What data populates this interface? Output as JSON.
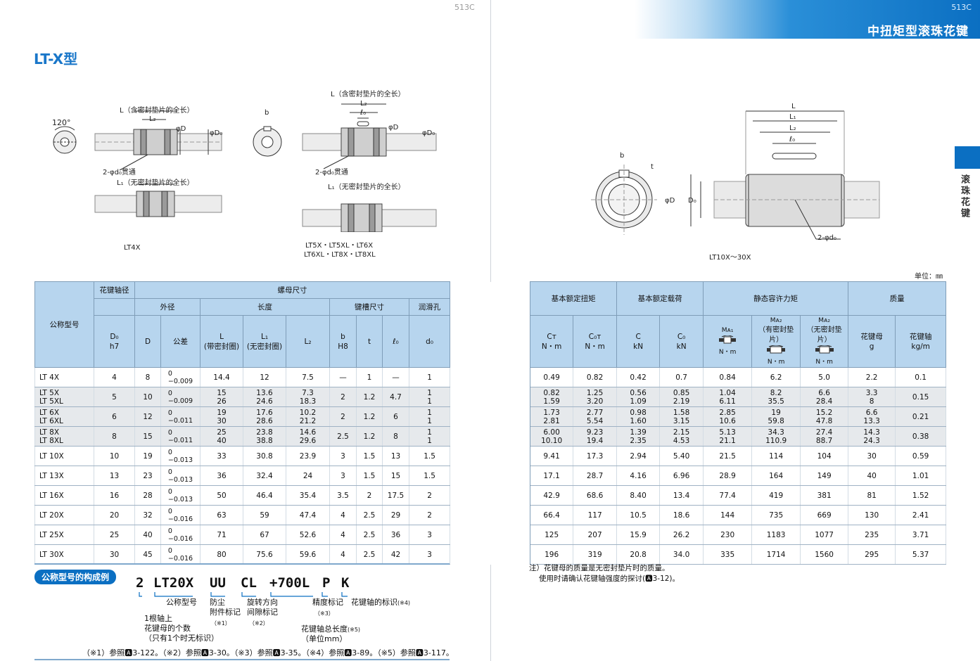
{
  "page": {
    "left_page_number": "513C",
    "right_page_number": "513C",
    "section_title": "中扭矩型滚珠花键",
    "side_tab": "滚珠花键",
    "model_title": "LT-X型",
    "unit": "单位：㎜"
  },
  "drawings": {
    "lt4x": {
      "angle": "120°",
      "dim_L_seal": "L（含密封垫片的全长）",
      "dim_L2": "L₂",
      "dim_D": "φD",
      "dim_Do": "φD₀",
      "holes": "2-φd₀贯通",
      "dim_L1": "L₁（无密封垫片的全长）",
      "caption": "LT4X"
    },
    "lt5x": {
      "dim_b": "b",
      "dim_L_seal": "L（含密封垫片的全长）",
      "dim_L2": "L₂",
      "dim_l0": "ℓ₀",
      "dim_D": "φD",
      "dim_Do": "φD₀",
      "holes": "2-φd₀贯通",
      "dim_L1": "L₁（无密封垫片的全长）",
      "caption_line1": "LT5X・LT5XL・LT6X",
      "caption_line2": "LT6XL・LT8X・LT8XL"
    },
    "lt10x": {
      "dim_L": "L",
      "dim_L1": "L₁",
      "dim_L2": "L₂",
      "dim_l0": "ℓ₀",
      "dim_b": "b",
      "dim_t": "t",
      "dim_D": "φD",
      "dim_Do": "D₀",
      "holes": "2-φd₀",
      "caption": "LT10X～30X"
    }
  },
  "table": {
    "h_model": "公称型号",
    "h_shaft": "花键轴径",
    "h_nut": "螺母尺寸",
    "h_outer": "外径",
    "h_length": "长度",
    "h_keyway": "键槽尺寸",
    "h_lube": "润滑孔",
    "h_torque": "基本额定扭矩",
    "h_load": "基本额定载荷",
    "h_moment": "静态容许力矩",
    "h_mass": "质量",
    "h_do": "D₀",
    "h_h7": "h7",
    "h_D": "D",
    "h_tol": "公差",
    "h_L": "L",
    "h_L_note": "(带密封圈)",
    "h_L1": "L₁",
    "h_L1_note": "(无密封圈)",
    "h_L2": "L₂",
    "h_b": "b",
    "h_h8": "H8",
    "h_t": "t",
    "h_l0": "ℓ₀",
    "h_d0": "d₀",
    "h_ct": "Cт",
    "h_cot": "C₀т",
    "h_nm": "N・m",
    "h_c": "C",
    "h_c0": "C₀",
    "h_kn": "kN",
    "h_ma1": "Mᴀ₁",
    "h_ma2a": "Mᴀ₂",
    "h_ma2a_note": "（有密封垫片）",
    "h_ma2b": "Mᴀ₂",
    "h_ma2b_note": "（无密封垫片）",
    "h_nut_mass": "花键母",
    "h_g": "g",
    "h_shaft_mass": "花键轴",
    "h_kgm": "kg/m",
    "rows": [
      {
        "m1": "LT 4X",
        "m2": "",
        "Do": "4",
        "D": "8",
        "tu": "0",
        "tl": "−0.009",
        "L": [
          "14.4"
        ],
        "L1": [
          "12"
        ],
        "L2": [
          "7.5"
        ],
        "b": "—",
        "t": "1",
        "l0": "—",
        "d0": [
          "1"
        ],
        "Ct": [
          "0.49"
        ],
        "C0t": [
          "0.82"
        ],
        "C": [
          "0.42"
        ],
        "C0": [
          "0.7"
        ],
        "MA1": [
          "0.84"
        ],
        "MA2a": [
          "6.2"
        ],
        "MA2b": [
          "5.0"
        ],
        "g": [
          "2.2"
        ],
        "kgm": "0.1"
      },
      {
        "m1": "LT 5X",
        "m2": "LT 5XL",
        "Do": "5",
        "D": "10",
        "tu": "0",
        "tl": "−0.009",
        "L": [
          "15",
          "26"
        ],
        "L1": [
          "13.6",
          "24.6"
        ],
        "L2": [
          "7.3",
          "18.3"
        ],
        "b": "2",
        "t": "1.2",
        "l0": "4.7",
        "d0": [
          "1",
          "1"
        ],
        "Ct": [
          "0.82",
          "1.59"
        ],
        "C0t": [
          "1.25",
          "3.20"
        ],
        "C": [
          "0.56",
          "1.09"
        ],
        "C0": [
          "0.85",
          "2.19"
        ],
        "MA1": [
          "1.04",
          "6.11"
        ],
        "MA2a": [
          "8.2",
          "35.5"
        ],
        "MA2b": [
          "6.6",
          "28.4"
        ],
        "g": [
          "3.3",
          "8"
        ],
        "kgm": "0.15"
      },
      {
        "m1": "LT 6X",
        "m2": "LT 6XL",
        "Do": "6",
        "D": "12",
        "tu": "0",
        "tl": "−0.011",
        "L": [
          "19",
          "30"
        ],
        "L1": [
          "17.6",
          "28.6"
        ],
        "L2": [
          "10.2",
          "21.2"
        ],
        "b": "2",
        "t": "1.2",
        "l0": "6",
        "d0": [
          "1",
          "1"
        ],
        "Ct": [
          "1.73",
          "2.81"
        ],
        "C0t": [
          "2.77",
          "5.54"
        ],
        "C": [
          "0.98",
          "1.60"
        ],
        "C0": [
          "1.58",
          "3.15"
        ],
        "MA1": [
          "2.85",
          "10.6"
        ],
        "MA2a": [
          "19",
          "59.8"
        ],
        "MA2b": [
          "15.2",
          "47.8"
        ],
        "g": [
          "6.6",
          "13.3"
        ],
        "kgm": "0.21"
      },
      {
        "m1": "LT 8X",
        "m2": "LT 8XL",
        "Do": "8",
        "D": "15",
        "tu": "0",
        "tl": "−0.011",
        "L": [
          "25",
          "40"
        ],
        "L1": [
          "23.8",
          "38.8"
        ],
        "L2": [
          "14.6",
          "29.6"
        ],
        "b": "2.5",
        "t": "1.2",
        "l0": "8",
        "d0": [
          "1",
          "1"
        ],
        "Ct": [
          "6.00",
          "10.10"
        ],
        "C0t": [
          "9.23",
          "19.4"
        ],
        "C": [
          "1.39",
          "2.35"
        ],
        "C0": [
          "2.15",
          "4.53"
        ],
        "MA1": [
          "5.13",
          "21.1"
        ],
        "MA2a": [
          "34.3",
          "110.9"
        ],
        "MA2b": [
          "27.4",
          "88.7"
        ],
        "g": [
          "14.3",
          "24.3"
        ],
        "kgm": "0.38"
      },
      {
        "m1": "LT 10X",
        "m2": "",
        "Do": "10",
        "D": "19",
        "tu": "0",
        "tl": "−0.013",
        "L": [
          "33"
        ],
        "L1": [
          "30.8"
        ],
        "L2": [
          "23.9"
        ],
        "b": "3",
        "t": "1.5",
        "l0": "13",
        "d0": [
          "1.5"
        ],
        "Ct": [
          "9.41"
        ],
        "C0t": [
          "17.3"
        ],
        "C": [
          "2.94"
        ],
        "C0": [
          "5.40"
        ],
        "MA1": [
          "21.5"
        ],
        "MA2a": [
          "114"
        ],
        "MA2b": [
          "104"
        ],
        "g": [
          "30"
        ],
        "kgm": "0.59"
      },
      {
        "m1": "LT 13X",
        "m2": "",
        "Do": "13",
        "D": "23",
        "tu": "0",
        "tl": "−0.013",
        "L": [
          "36"
        ],
        "L1": [
          "32.4"
        ],
        "L2": [
          "24"
        ],
        "b": "3",
        "t": "1.5",
        "l0": "15",
        "d0": [
          "1.5"
        ],
        "Ct": [
          "17.1"
        ],
        "C0t": [
          "28.7"
        ],
        "C": [
          "4.16"
        ],
        "C0": [
          "6.96"
        ],
        "MA1": [
          "28.9"
        ],
        "MA2a": [
          "164"
        ],
        "MA2b": [
          "149"
        ],
        "g": [
          "40"
        ],
        "kgm": "1.01"
      },
      {
        "m1": "LT 16X",
        "m2": "",
        "Do": "16",
        "D": "28",
        "tu": "0",
        "tl": "−0.013",
        "L": [
          "50"
        ],
        "L1": [
          "46.4"
        ],
        "L2": [
          "35.4"
        ],
        "b": "3.5",
        "t": "2",
        "l0": "17.5",
        "d0": [
          "2"
        ],
        "Ct": [
          "42.9"
        ],
        "C0t": [
          "68.6"
        ],
        "C": [
          "8.40"
        ],
        "C0": [
          "13.4"
        ],
        "MA1": [
          "77.4"
        ],
        "MA2a": [
          "419"
        ],
        "MA2b": [
          "381"
        ],
        "g": [
          "81"
        ],
        "kgm": "1.52"
      },
      {
        "m1": "LT 20X",
        "m2": "",
        "Do": "20",
        "D": "32",
        "tu": "0",
        "tl": "−0.016",
        "L": [
          "63"
        ],
        "L1": [
          "59"
        ],
        "L2": [
          "47.4"
        ],
        "b": "4",
        "t": "2.5",
        "l0": "29",
        "d0": [
          "2"
        ],
        "Ct": [
          "66.4"
        ],
        "C0t": [
          "117"
        ],
        "C": [
          "10.5"
        ],
        "C0": [
          "18.6"
        ],
        "MA1": [
          "144"
        ],
        "MA2a": [
          "735"
        ],
        "MA2b": [
          "669"
        ],
        "g": [
          "130"
        ],
        "kgm": "2.41"
      },
      {
        "m1": "LT 25X",
        "m2": "",
        "Do": "25",
        "D": "40",
        "tu": "0",
        "tl": "−0.016",
        "L": [
          "71"
        ],
        "L1": [
          "67"
        ],
        "L2": [
          "52.6"
        ],
        "b": "4",
        "t": "2.5",
        "l0": "36",
        "d0": [
          "3"
        ],
        "Ct": [
          "125"
        ],
        "C0t": [
          "207"
        ],
        "C": [
          "15.9"
        ],
        "C0": [
          "26.2"
        ],
        "MA1": [
          "230"
        ],
        "MA2a": [
          "1183"
        ],
        "MA2b": [
          "1077"
        ],
        "g": [
          "235"
        ],
        "kgm": "3.71"
      },
      {
        "m1": "LT 30X",
        "m2": "",
        "Do": "30",
        "D": "45",
        "tu": "0",
        "tl": "−0.016",
        "L": [
          "80"
        ],
        "L1": [
          "75.6"
        ],
        "L2": [
          "59.6"
        ],
        "b": "4",
        "t": "2.5",
        "l0": "42",
        "d0": [
          "3"
        ],
        "Ct": [
          "196"
        ],
        "C0t": [
          "319"
        ],
        "C": [
          "20.8"
        ],
        "C0": [
          "34.0"
        ],
        "MA1": [
          "335"
        ],
        "MA2a": [
          "1714"
        ],
        "MA2b": [
          "1560"
        ],
        "g": [
          "295"
        ],
        "kgm": "5.37"
      }
    ]
  },
  "notes": {
    "line1": "注）花键母的质量是无密封垫片时的质量。",
    "line2": "使用时请确认花键轴强度的探讨(🅰3-12)。"
  },
  "code": {
    "pill": "公称型号的构成例",
    "p1": "2",
    "p2": "LT20X",
    "p3": "UU",
    "p4": "CL",
    "p5": "+700L",
    "p6": "P",
    "p7": "K",
    "a_model": "公称型号",
    "a_dust1": "防尘",
    "a_dust2": "附件标记",
    "a_dust_ref": "（※1）",
    "a_rot1": "旋转方向",
    "a_rot2": "间隙标记",
    "a_rot_ref": "（※2）",
    "a_prec": "精度标记",
    "a_prec_ref": "（※3）",
    "a_shaft": "花键轴的标识",
    "a_shaft_ref": "(※4)",
    "a_count1": "1根轴上",
    "a_count2": "花键母的个数",
    "a_count3": "（只有1个时无标识）",
    "a_len1": "花键轴总长度",
    "a_len_ref": "(※5)",
    "a_len2": "（单位mm）",
    "refs": "（※1）参照🅰3-122。（※2）参照🅰3-30。（※3）参照🅰3-35。（※4）参照🅰3-89。（※5）参照🅰3-117。"
  }
}
